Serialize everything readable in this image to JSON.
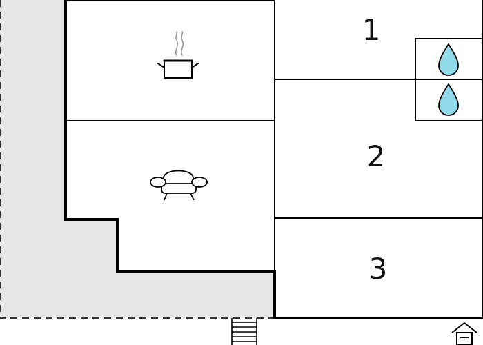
{
  "floorplan": {
    "rooms": [
      {
        "id": "kitchen",
        "icon": "cooking-pot-icon"
      },
      {
        "id": "living-room",
        "icon": "armchair-icon"
      },
      {
        "id": "bedroom-1",
        "label": "1"
      },
      {
        "id": "bedroom-2",
        "label": "2"
      },
      {
        "id": "bedroom-3",
        "label": "3"
      },
      {
        "id": "bathroom-upper",
        "icon": "water-drop-icon"
      },
      {
        "id": "bathroom-lower",
        "icon": "water-drop-icon"
      }
    ],
    "icons": {
      "stairs": "stairs-icon",
      "entrance": "entrance-house-icon"
    },
    "colors": {
      "walls": "#000000",
      "terrace": "#e6e6e6",
      "water_drop": "#8fd9e8",
      "background": "#ffffff"
    }
  }
}
